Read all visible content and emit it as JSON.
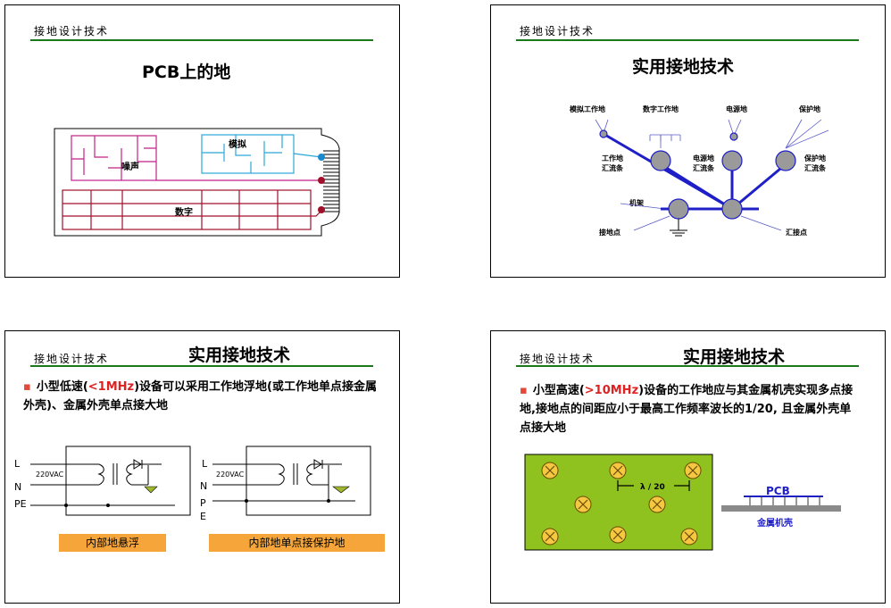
{
  "slide1": {
    "header": "接地设计技术",
    "title": "PCB上的地",
    "noise_label": "噪声",
    "analog_label": "模拟",
    "digital_label": "数字"
  },
  "slide2": {
    "header": "接地设计技术",
    "title": "实用接地技术",
    "labels": {
      "analog_gnd": "模拟工作地",
      "digital_gnd": "数字工作地",
      "power_gnd": "电源地",
      "protect_gnd": "保护地",
      "work_bus_1": "工作地",
      "work_bus_2": "汇流条",
      "power_bus_1": "电源地",
      "power_bus_2": "汇流条",
      "protect_bus_1": "保护地",
      "protect_bus_2": "汇流条",
      "rack": "机架",
      "ground_point": "接地点",
      "junction_point": "汇接点"
    }
  },
  "slide3": {
    "header": "接地设计技术",
    "title": "实用接地技术",
    "bullet_pre": "小型低速(",
    "bullet_red": "<1MHz",
    "bullet_post": ")设备可以采用工作地浮地(或工作地单点接金属外壳)、金属外壳单点接大地",
    "left_L": "L",
    "left_N": "N",
    "left_PE": "PE",
    "left_vac": "220VAC",
    "right_L": "L",
    "right_N": "N",
    "right_P": "P",
    "right_E": "E",
    "right_vac": "220VAC",
    "caption_left": "内部地悬浮",
    "caption_right": "内部地单点接保护地"
  },
  "slide4": {
    "header": "接地设计技术",
    "title": "实用接地技术",
    "bullet_pre": "小型高速(",
    "bullet_red": ">10MHz",
    "bullet_post": ")设备的工作地应与其金属机壳实现多点接地,接地点的间距应小于最高工作频率波长的1/20, 且金属外壳单点接大地",
    "lambda_label": "λ / 20",
    "pcb_label": "PCB",
    "shell_label": "金属机壳",
    "plate_color": "#8fc21e"
  }
}
